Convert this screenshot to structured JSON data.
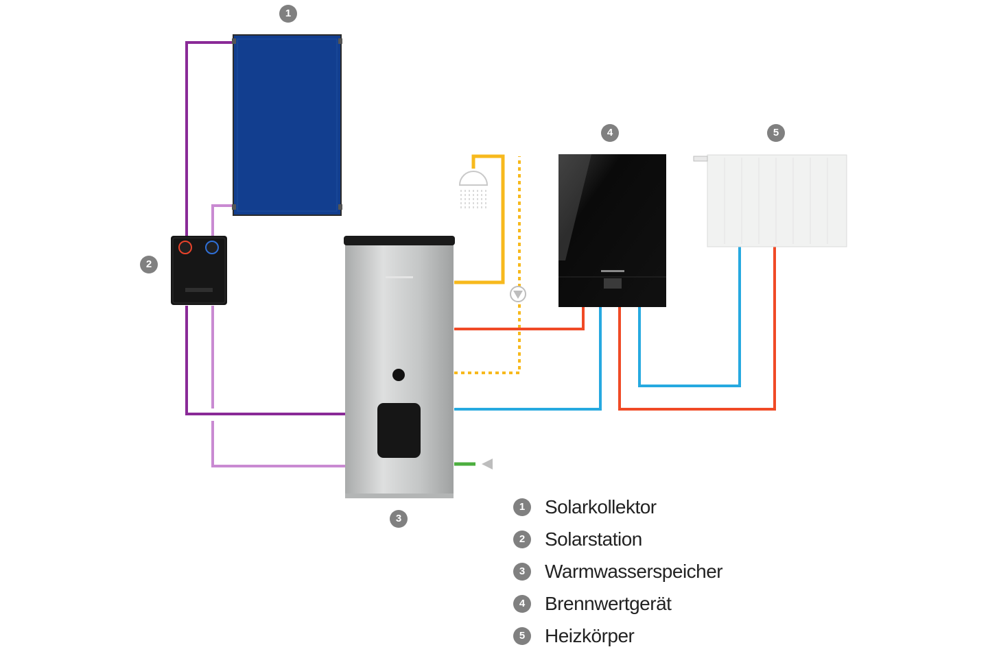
{
  "components": [
    {
      "number": "1",
      "label": "Solarkollektor"
    },
    {
      "number": "2",
      "label": "Solarstation"
    },
    {
      "number": "3",
      "label": "Warmwasserspeicher"
    },
    {
      "number": "4",
      "label": "Brennwertgerät"
    },
    {
      "number": "5",
      "label": "Heizkörper"
    }
  ],
  "colors": {
    "solar_flow": "#8a2a97",
    "solar_return": "#c98ad2",
    "hot_water": "#f7b91d",
    "heating_flow": "#f04a26",
    "heating_return": "#26a9e0",
    "cold_water": "#4cae3f",
    "collector": "#123e8f",
    "tank": "#c4c6c6",
    "boiler": "#0c0c0c",
    "radiator": "#f1f2f1",
    "badge": "#808080"
  }
}
